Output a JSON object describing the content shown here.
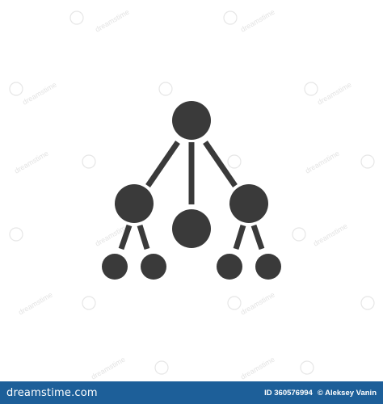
{
  "icon": {
    "name": "hierarchy-structure-icon",
    "color": "#3a3a3a"
  },
  "watermark": {
    "color": "#e6e6e6"
  },
  "footer": {
    "background": "#1d5f99",
    "brand": "dreamstime.com",
    "id_text": "ID 360576994",
    "author": "© Aleksey Vanin"
  }
}
